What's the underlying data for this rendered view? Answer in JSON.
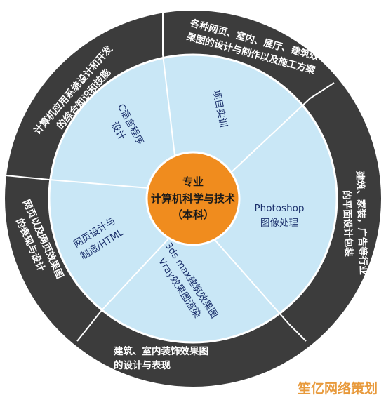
{
  "center": {
    "line1": "专业",
    "line2": "计算机科学与技术",
    "line3": "（本科）"
  },
  "outer_ring": [
    {
      "lines": [
        "计算机应用系统设计和开发",
        "的综合知识和技能"
      ]
    },
    {
      "lines": [
        "各种网页、室内、展厅、建筑效",
        "果图的设计与制作以及施工方案"
      ]
    },
    {
      "lines": [
        "建筑、家装，广告等行业",
        "的平面设计包装"
      ]
    },
    {
      "lines": [
        "建筑、室内装饰效果图",
        "的设计与表现"
      ]
    },
    {
      "lines": [
        "网页以及网页效果图",
        "的表现与设计"
      ]
    }
  ],
  "inner_ring": [
    {
      "lines": [
        "C语言程序",
        "设计"
      ]
    },
    {
      "lines": [
        "项目实训"
      ]
    },
    {
      "lines": [
        "Photoshop",
        "图像处理"
      ]
    },
    {
      "lines": [
        "3ds max建筑效果图",
        "Vray效果图渲染"
      ]
    },
    {
      "lines": [
        "网页设计与",
        "制造/HTML"
      ]
    }
  ],
  "watermark": "笙亿网络策划",
  "colors": {
    "outer_ring": "#3c3c3c",
    "inner_disc": "#c9e7f6",
    "center": "#f08c1e",
    "divider": "#ffffff",
    "inner_text": "#1a2f6b",
    "watermark": "#e89a3c"
  }
}
